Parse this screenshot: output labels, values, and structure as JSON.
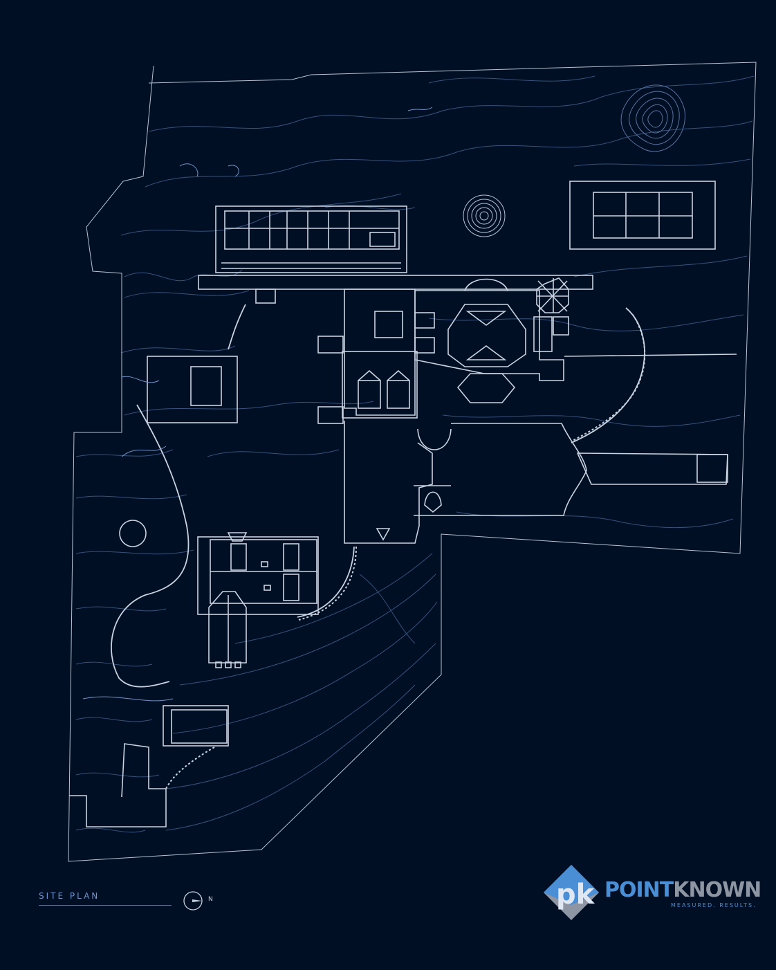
{
  "label": {
    "title": "SITE PLAN",
    "north": "N"
  },
  "brand": {
    "part1": "POINT",
    "part2": "KNOWN",
    "monogram": "pk",
    "tagline": "MEASURED. RESULTS."
  },
  "colors": {
    "background": "#010f24",
    "lines": "#c9d3e2",
    "contours": "#3d5a86",
    "accent": "#4a8fd6",
    "gray": "#8e96a3"
  },
  "icons": [
    "north-arrow-icon",
    "pointknown-logo-icon"
  ]
}
